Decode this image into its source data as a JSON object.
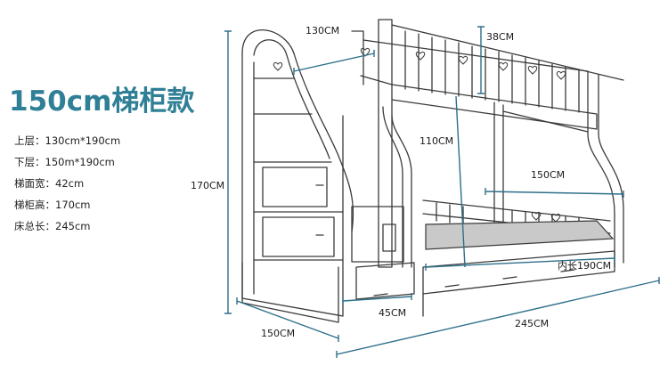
{
  "title": "150cm梯柜款",
  "specs": [
    "上层：130cm*190cm",
    "下层：150m*190cm",
    "梯面宽：42cm",
    "梯柜高：170cm",
    "床总长：245cm"
  ],
  "dimensions": {
    "top_width": "130CM",
    "rail_height": "38CM",
    "clearance": "110CM",
    "lower_width": "150CM",
    "total_height": "170CM",
    "inner_length": "内长190CM",
    "step_width": "45CM",
    "depth": "150CM",
    "total_length": "245CM"
  },
  "colors": {
    "title": "#2f7f96",
    "outline": "#3a3a3a",
    "mattress": "#c9c9c9",
    "dimension_line": "#2e6f8a"
  }
}
